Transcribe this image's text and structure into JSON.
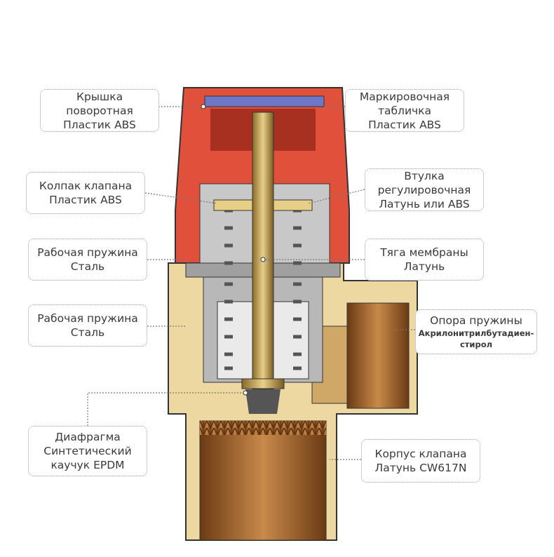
{
  "labels": {
    "cap": {
      "line1": "Крышка",
      "line2": "поворотная",
      "line3": "Пластик ABS"
    },
    "bonnet": {
      "line1": "Колпак клапана",
      "line2": "Пластик ABS"
    },
    "spring_top": {
      "line1": "Рабочая пружина",
      "line2": "Сталь"
    },
    "spring_bottom": {
      "line1": "Рабочая пружина",
      "line2": "Сталь"
    },
    "diaphragm": {
      "line1": "Диафрагма",
      "line2": "Синтетический",
      "line3": "каучук EPDM"
    },
    "nameplate": {
      "line1": "Маркировочная",
      "line2": "табличка",
      "line3": "Пластик ABS"
    },
    "sleeve": {
      "line1": "Втулка",
      "line2": "регулировочная",
      "line3": "Латунь или ABS"
    },
    "stem": {
      "line1": "Тяга мембраны",
      "line2": "Латунь"
    },
    "spring_support": {
      "line1": "Опора пружины",
      "line2": "Акрилонитрилбутадиен-",
      "line3": "стирол"
    },
    "body": {
      "line1": "Корпус клапана",
      "line2": "Латунь CW617N"
    }
  },
  "colors": {
    "cap_red": "#e0503a",
    "brass": "#e9d49a",
    "bronze": "#9a5a25",
    "steel": "#9a9a9a",
    "plate_blue": "#6f78c8"
  }
}
